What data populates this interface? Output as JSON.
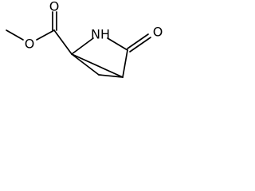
{
  "molecule": {
    "atoms": {
      "ester_ether_oxygen": "O",
      "ester_carbonyl_oxygen": "O",
      "amide_nitrogen": "NH",
      "lactam_carbonyl_oxygen": "O"
    }
  }
}
